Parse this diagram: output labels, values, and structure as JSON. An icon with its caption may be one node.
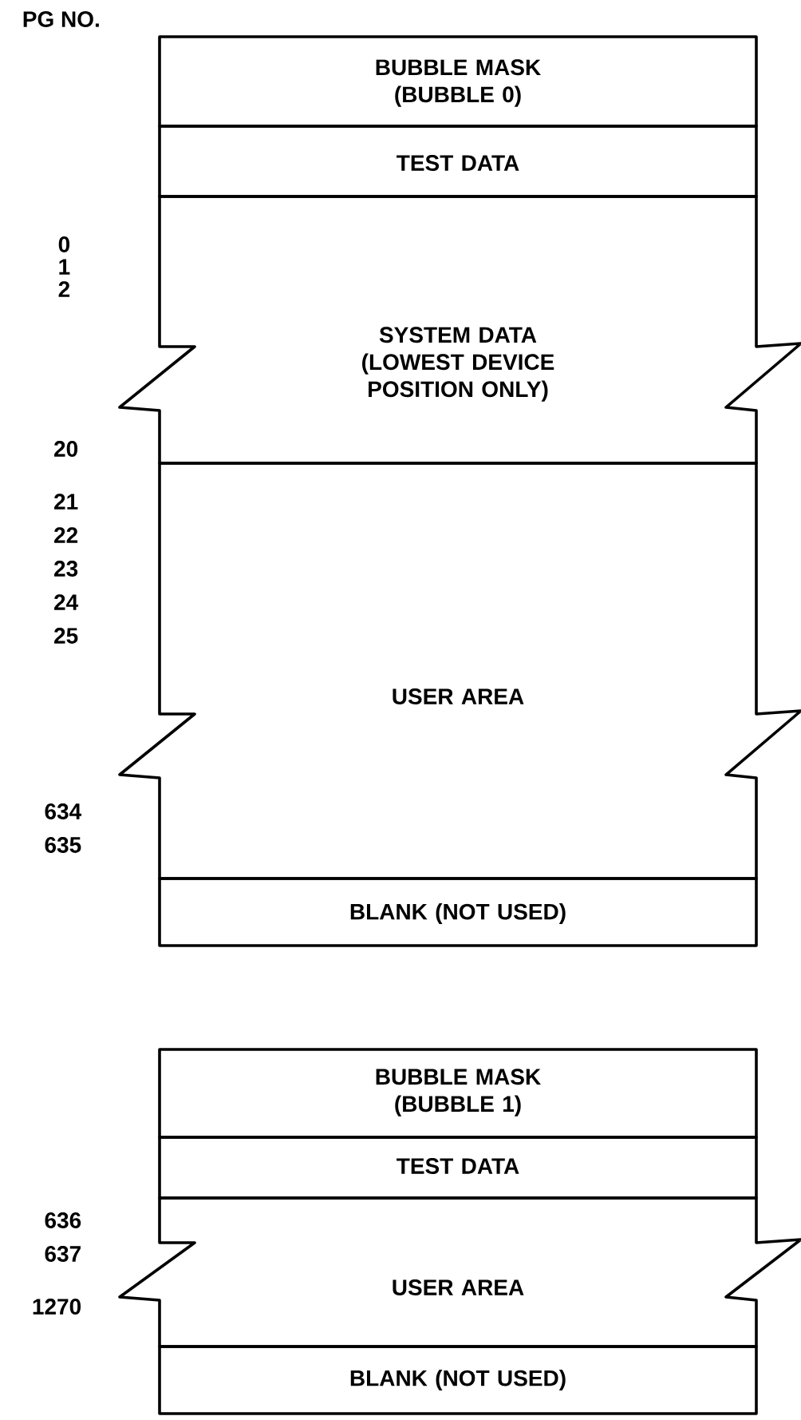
{
  "diagram": {
    "nodes": [
      {
        "text": [
          "BUBBLE MASK (BUBBLE 0)"
        ]
      },
      {
        "text": [
          "TEST DATA"
        ]
      },
      {
        "text": [
          "SYSTEM DATA (LOWEST DEVICE POSITION ONLY)"
        ]
      },
      {
        "text": [
          "USER AREA"
        ]
      },
      {
        "text": [
          "BLANK (NOT USED)"
        ]
      },
      {
        "text": [
          "BUBBLE MASK (BUBBLE 1)"
        ]
      },
      {
        "text": [
          "TEST DATA"
        ]
      },
      {
        "text": [
          "USER AREA"
        ]
      },
      {
        "text": [
          "BLANK (NOT USED)"
        ]
      }
    ],
    "labels": [
      "PG NO.",
      "0",
      "1",
      "2",
      "20",
      "21",
      "22",
      "23",
      "24",
      "25",
      "634",
      "635",
      "636",
      "637",
      "1270"
    ]
  }
}
